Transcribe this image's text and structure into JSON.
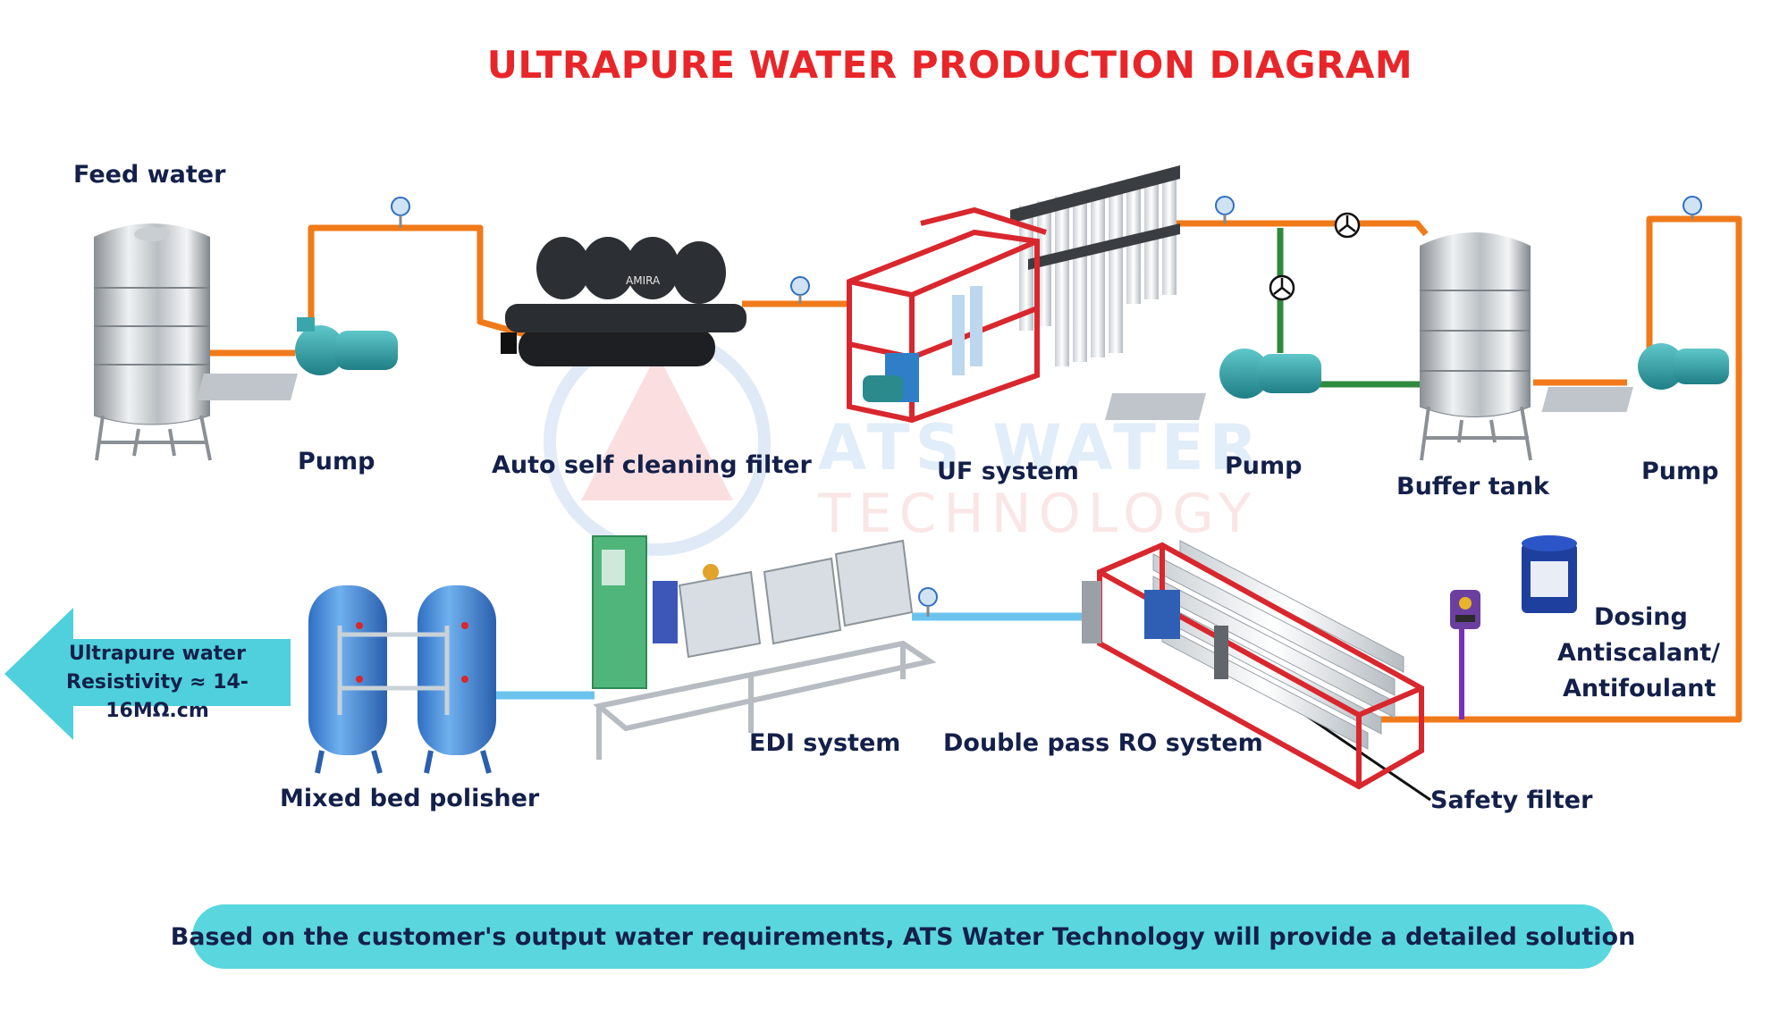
{
  "header": {
    "title": "ULTRAPURE WATER PRODUCTION DIAGRAM"
  },
  "labels": {
    "feed_water": "Feed  water",
    "pump_1": "Pump",
    "auto_filter": "Auto self cleaning filter",
    "uf_system": "UF system",
    "pump_2": "Pump",
    "buffer_tank": "Buffer tank",
    "pump_3": "Pump",
    "dosing_line1": "Dosing",
    "dosing_line2": "Antiscalant/",
    "dosing_line3": "Antifoulant",
    "safety_filter": "Safety filter",
    "ro_system": "Double pass RO system",
    "edi_system": "EDI system",
    "mixed_bed": "Mixed bed polisher"
  },
  "output": {
    "line1": "Ultrapure water",
    "line2": "Resistivity ≈ 14-16MΩ.cm"
  },
  "watermark": {
    "brand": "ATS",
    "line1": "ATS WATER",
    "line2": "TECHNOLOGY"
  },
  "equipment_text": {
    "filter_brand": "AMIRA"
  },
  "footer": {
    "note": "Based on the customer's output water requirements, ATS  Water Technology will provide a detailed solution"
  },
  "colors": {
    "title": "#e8262a",
    "pipe_orange": "#f07a1a",
    "pipe_green": "#2e8a3e",
    "pipe_blue": "#6cc4ee",
    "frame_red": "#d9272e",
    "banner": "#5ad6de",
    "text": "#14204a",
    "arrow": "#4fd0dc"
  }
}
